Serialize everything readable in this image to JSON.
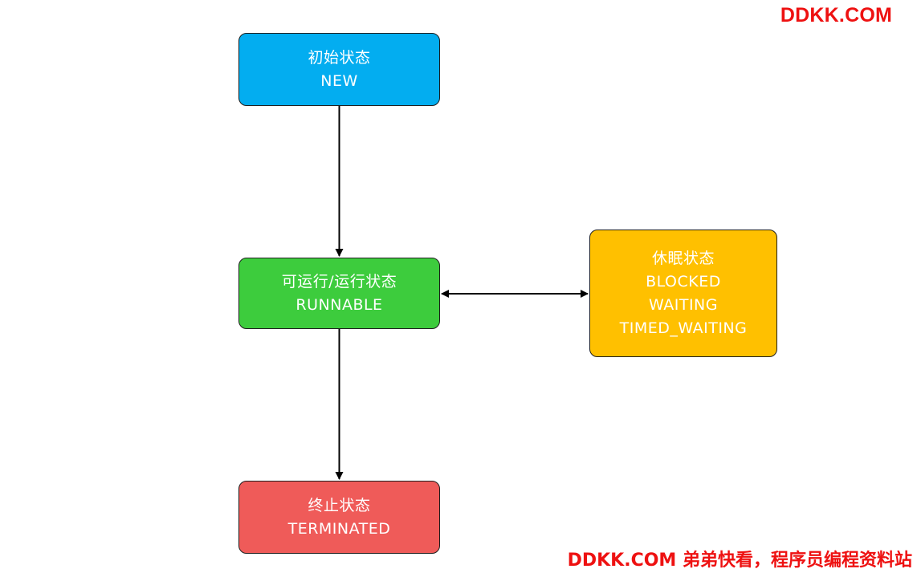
{
  "watermark": {
    "top": "DDKK.COM",
    "bottom": "DDKK.COM 弟弟快看，程序员编程资料站"
  },
  "nodes": {
    "new": {
      "lines": [
        "初始状态",
        "NEW"
      ],
      "color": "#03adf0"
    },
    "runnable": {
      "lines": [
        "可运行/运行状态",
        "RUNNABLE"
      ],
      "color": "#3dcc3d"
    },
    "blocked": {
      "lines": [
        "休眠状态",
        "BLOCKED",
        "WAITING",
        "TIMED_WAITING"
      ],
      "color": "#ffc000"
    },
    "terminated": {
      "lines": [
        "终止状态",
        "TERMINATED"
      ],
      "color": "#ef5b59"
    }
  },
  "edges": [
    {
      "from": "new",
      "to": "runnable",
      "direction": "forward"
    },
    {
      "from": "runnable",
      "to": "terminated",
      "direction": "forward"
    },
    {
      "from": "runnable",
      "to": "blocked",
      "direction": "both"
    }
  ]
}
